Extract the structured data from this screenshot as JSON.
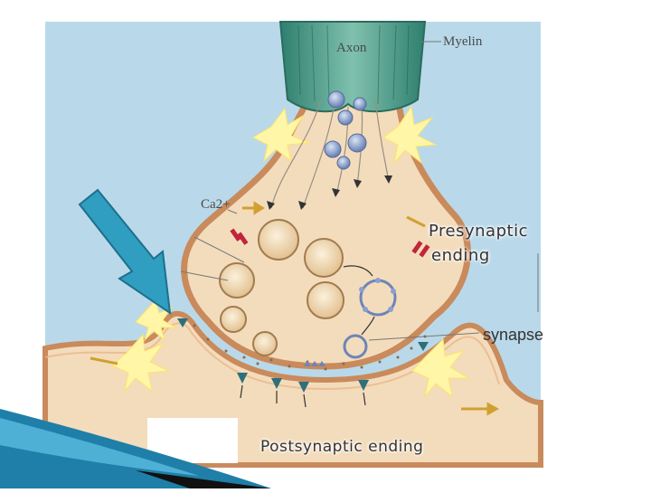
{
  "labels": {
    "axon": "Axon",
    "myelin": "Myelin",
    "calcium": "Ca2+",
    "presynaptic_line1": "Presynaptic",
    "presynaptic_line2": "ending",
    "synapse": "synapse",
    "postsynaptic": "Postsynaptic ending"
  },
  "colors": {
    "background_fluid": "#b9d9ea",
    "cytoplasm": "#f3dcbc",
    "membrane": "#c98a5c",
    "myelin": "#4a9a86",
    "arrow": "#2f9ec0"
  }
}
